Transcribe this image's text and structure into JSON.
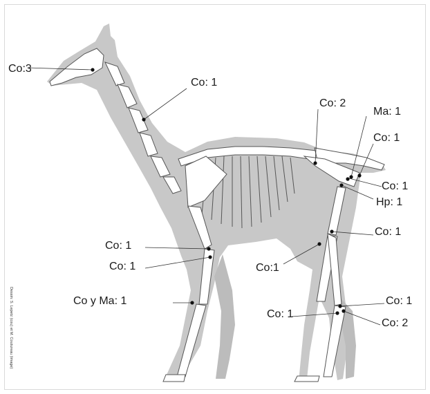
{
  "credit": "Dessin: S. Lepetz (cou) et M. Coutureau (image)",
  "colors": {
    "silhouette": "#c8c8c8",
    "bone": "#ffffff",
    "bone_outline": "#555555",
    "leader": "#333333",
    "text": "#1a1a1a"
  },
  "labels": {
    "skull": "Co:3",
    "neck": "Co: 1",
    "sacrum": "Co: 2",
    "pelvis_ma": "Ma: 1",
    "pelvis_co": "Co: 1",
    "hip_co": "Co: 1",
    "hip_hp": "Hp: 1",
    "femur": "Co: 1",
    "stifle": "Co:1",
    "elbow_1": "Co: 1",
    "elbow_2": "Co: 1",
    "carpus": "Co y Ma: 1",
    "hock_left": "Co: 1",
    "hock_right_1": "Co: 1",
    "hock_right_2": "Co: 2"
  }
}
